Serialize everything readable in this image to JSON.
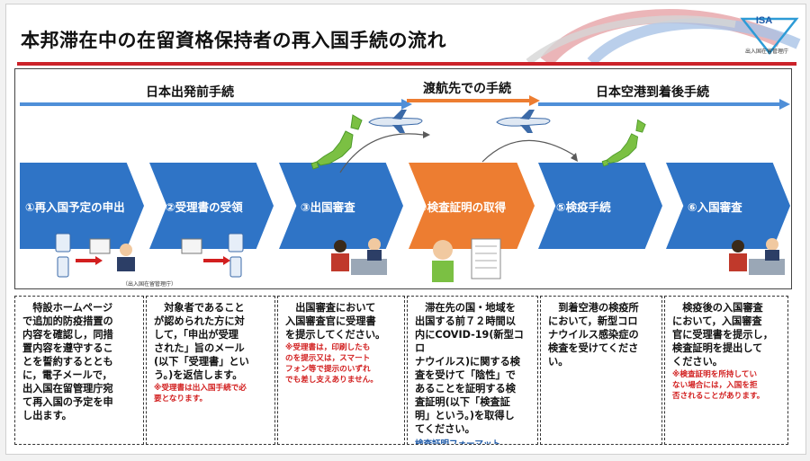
{
  "title": "本邦滞在中の在留資格保持者の再入国手続の流れ",
  "logo": {
    "abbr": "ISA",
    "subtitle": "出入国在留管理庁"
  },
  "colors": {
    "blue": "#2f74c6",
    "orange": "#ed7d31",
    "red": "#d21f1f",
    "title_bar": "#cc2229"
  },
  "phases": [
    {
      "label": "日本出発前手続"
    },
    {
      "label": "渡航先での手続"
    },
    {
      "label": "日本空港到着後手続"
    }
  ],
  "steps": [
    {
      "label": "①再入国予定の申出"
    },
    {
      "label": "②受理書の受領"
    },
    {
      "label": "③出国審査"
    },
    {
      "label": "④検査証明の取得"
    },
    {
      "label": "⑤検疫手続"
    },
    {
      "label": "⑥入国審査"
    }
  ],
  "agency_caption": "（出入国在留管理庁）",
  "descriptions": [
    {
      "lines": [
        "　特設ホームページ",
        "で追加的防疫措置の",
        "内容を確認し，同措",
        "置内容を遵守するこ",
        "とを誓約するととも",
        "に，電子メールで，",
        "出入国在留管理庁宛",
        "て再入国の予定を申",
        "し出ます。"
      ]
    },
    {
      "lines": [
        "　対象者であること",
        "が認められた方に対",
        "して，「申出が受理",
        "された」旨のメール",
        "(以下「受理書」とい",
        "う。)を返信します。"
      ],
      "notes": [
        "※受理書は出入国手続で必",
        "要となります。"
      ]
    },
    {
      "lines": [
        "　出国審査において",
        "入国審査官に受理書",
        "を提示してください。"
      ],
      "notes": [
        "※受理書は，印刷したも",
        "のを提示又は，スマート",
        "フォン等で提示のいずれ",
        "でも差し支えありません。"
      ]
    },
    {
      "lines": [
        "　滞在先の国・地域を",
        "出国する前７２時間以",
        "内にCOVID-19(新型コロ",
        "ナウイルス)に関する検",
        "査を受けて「陰性」で",
        "あることを証明する検",
        "査証明(以下「検査証",
        "明」という。)を取得し",
        "てください。"
      ],
      "link": "検査証明フォーマット"
    },
    {
      "lines": [
        "　到着空港の検疫所",
        "において，新型コロ",
        "ナウイルス感染症の",
        "検査を受けてくださ",
        "い。"
      ]
    },
    {
      "lines": [
        "　検疫後の入国審査",
        "において，入国審査",
        "官に受理書を提示し，",
        "検査証明を提出して",
        "ください。"
      ],
      "notes": [
        "※検査証明を所持してい",
        "ない場合には，入国を拒",
        "否されることがあります。"
      ]
    }
  ]
}
